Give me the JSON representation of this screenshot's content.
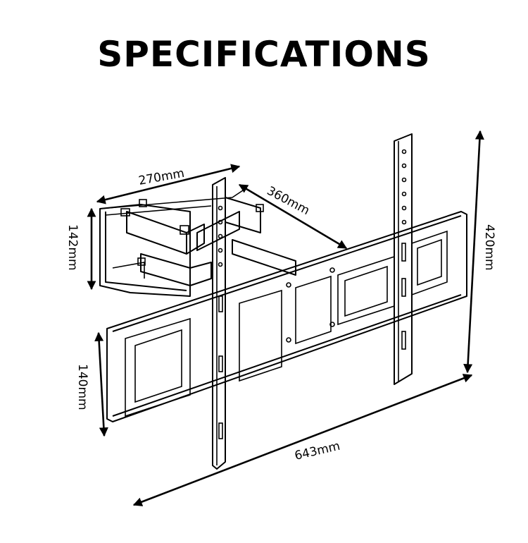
{
  "title": "SPECIFICATIONS",
  "dimensions": {
    "arm_width": "270mm",
    "arm_length": "360mm",
    "wall_plate_height": "142mm",
    "bracket_height": "140mm",
    "total_width": "643mm",
    "total_height": "420mm"
  }
}
